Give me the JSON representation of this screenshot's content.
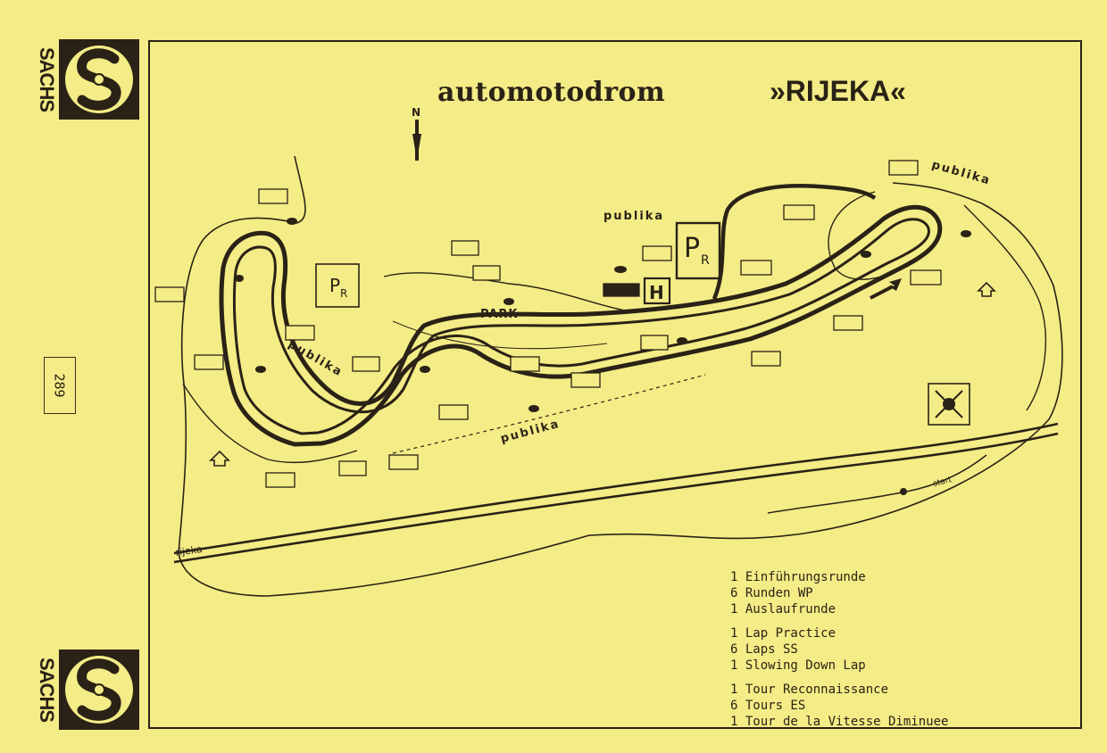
{
  "title": {
    "main": "automotodrom",
    "name": "»RIJEKA«"
  },
  "brand": {
    "name": "SACHS"
  },
  "page_number": "289",
  "map_labels": {
    "north": "N",
    "publika": "publika",
    "park": "PARK",
    "parking": "P",
    "parking_sub": "R",
    "heliport": "H",
    "road_rijeka": "rijeka",
    "start": "start"
  },
  "legend": [
    {
      "lang": "de",
      "lines": [
        "1 Einführungsrunde",
        "6 Runden WP",
        "1 Auslaufrunde"
      ]
    },
    {
      "lang": "en",
      "lines": [
        "1 Lap Practice",
        "6 Laps SS",
        "1 Slowing Down Lap"
      ]
    },
    {
      "lang": "fr",
      "lines": [
        "1 Tour Reconnaissance",
        "6 Tours ES",
        "1 Tour de la Vitesse Diminuee"
      ]
    }
  ],
  "colors": {
    "paper": "#f4ec86",
    "ink": "#2a2216"
  }
}
